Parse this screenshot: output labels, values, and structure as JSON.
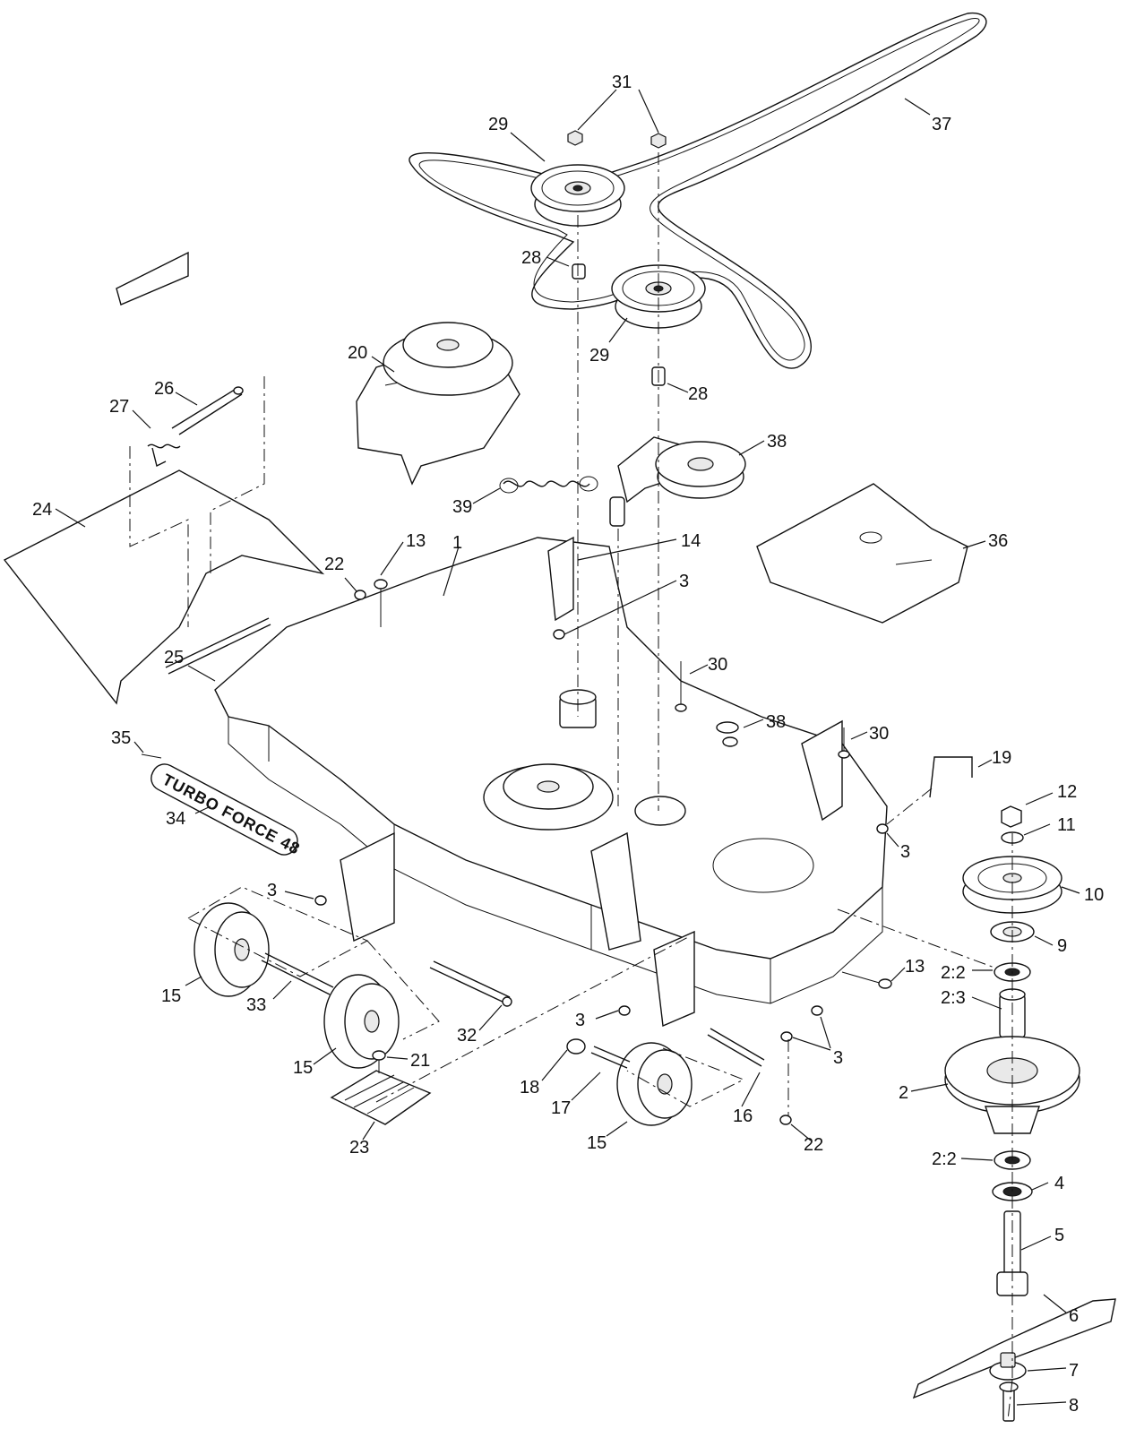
{
  "decal_text": "TURBO FORCE 48",
  "callouts": [
    {
      "id": "c31",
      "label": "31"
    },
    {
      "id": "c29a",
      "label": "29"
    },
    {
      "id": "c37",
      "label": "37"
    },
    {
      "id": "c28a",
      "label": "28"
    },
    {
      "id": "c29b",
      "label": "29"
    },
    {
      "id": "c28b",
      "label": "28"
    },
    {
      "id": "c20",
      "label": "20"
    },
    {
      "id": "c26",
      "label": "26"
    },
    {
      "id": "c27",
      "label": "27"
    },
    {
      "id": "c38a",
      "label": "38"
    },
    {
      "id": "c39",
      "label": "39"
    },
    {
      "id": "c24",
      "label": "24"
    },
    {
      "id": "c13a",
      "label": "13"
    },
    {
      "id": "c1",
      "label": "1"
    },
    {
      "id": "c14",
      "label": "14"
    },
    {
      "id": "c36",
      "label": "36"
    },
    {
      "id": "c22a",
      "label": "22"
    },
    {
      "id": "c3a",
      "label": "3"
    },
    {
      "id": "c25",
      "label": "25"
    },
    {
      "id": "c30a",
      "label": "30"
    },
    {
      "id": "c38b",
      "label": "38"
    },
    {
      "id": "c30b",
      "label": "30"
    },
    {
      "id": "c35",
      "label": "35"
    },
    {
      "id": "c19",
      "label": "19"
    },
    {
      "id": "c12",
      "label": "12"
    },
    {
      "id": "c34",
      "label": "34"
    },
    {
      "id": "c11",
      "label": "11"
    },
    {
      "id": "c3b",
      "label": "3"
    },
    {
      "id": "c10",
      "label": "10"
    },
    {
      "id": "c3c",
      "label": "3"
    },
    {
      "id": "c9",
      "label": "9"
    },
    {
      "id": "c13b",
      "label": "13"
    },
    {
      "id": "c2_2a",
      "label": "2:2"
    },
    {
      "id": "c2_3",
      "label": "2:3"
    },
    {
      "id": "c15a",
      "label": "15"
    },
    {
      "id": "c33",
      "label": "33"
    },
    {
      "id": "c3d",
      "label": "3"
    },
    {
      "id": "c32",
      "label": "32"
    },
    {
      "id": "c3e",
      "label": "3"
    },
    {
      "id": "c15b",
      "label": "15"
    },
    {
      "id": "c21",
      "label": "21"
    },
    {
      "id": "c18",
      "label": "18"
    },
    {
      "id": "c2",
      "label": "2"
    },
    {
      "id": "c17",
      "label": "17"
    },
    {
      "id": "c16",
      "label": "16"
    },
    {
      "id": "c15c",
      "label": "15"
    },
    {
      "id": "c22b",
      "label": "22"
    },
    {
      "id": "c23",
      "label": "23"
    },
    {
      "id": "c2_2b",
      "label": "2:2"
    },
    {
      "id": "c4",
      "label": "4"
    },
    {
      "id": "c5",
      "label": "5"
    },
    {
      "id": "c6",
      "label": "6"
    },
    {
      "id": "c7",
      "label": "7"
    },
    {
      "id": "c8",
      "label": "8"
    }
  ]
}
